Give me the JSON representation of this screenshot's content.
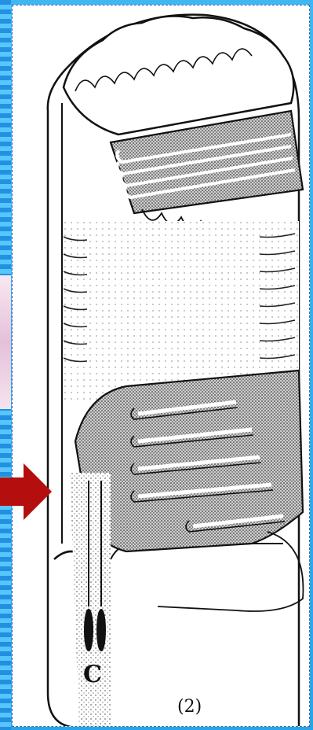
{
  "figure": {
    "label_c": "C",
    "label_number": "(2)"
  },
  "colors": {
    "background_blue": "#2aa3e8",
    "arrow_red": "#b40e0e",
    "ink": "#111111"
  },
  "icons": {
    "arrow": "red-right-arrow"
  }
}
